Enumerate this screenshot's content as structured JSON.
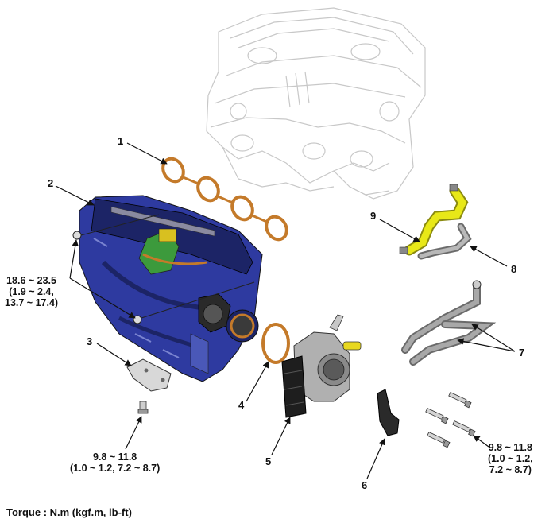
{
  "callouts": {
    "c1": "1",
    "c2": "2",
    "c3": "3",
    "c4": "4",
    "c5": "5",
    "c6": "6",
    "c7": "7",
    "c8": "8",
    "c9": "9"
  },
  "torque_specs": {
    "manifold": {
      "line1": "18.6 ~ 23.5",
      "line2": "(1.9 ~ 2.4,",
      "line3": "13.7 ~ 17.4)"
    },
    "bracket_bolt": {
      "line1": "9.8 ~ 11.8",
      "line2": "(1.0 ~ 1.2, 7.2 ~ 8.7)"
    },
    "throttle_bolts": {
      "line1": "9.8 ~ 11.8",
      "line2": "(1.0 ~ 1.2,",
      "line3": "7.2 ~ 8.7)"
    }
  },
  "legend": "Torque : N.m (kgf.m, lb-ft)",
  "colors": {
    "manifold_body": "#2e3aa0",
    "manifold_dark": "#1c2466",
    "gasket": "#c47a2a",
    "hose_yellow": "#e8e818",
    "pipe_gray": "#9a9a9a",
    "throttle_gray": "#b0b0b0",
    "engine_outline": "#c8c8c8"
  }
}
